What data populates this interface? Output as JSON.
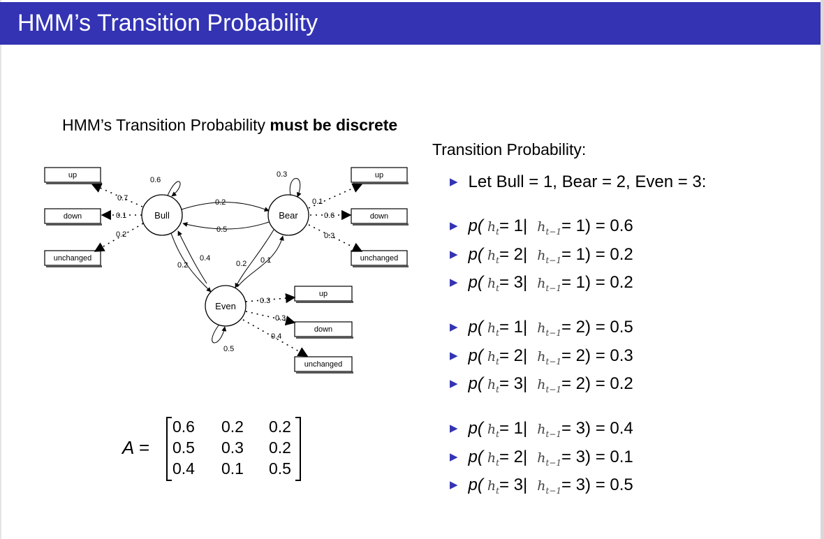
{
  "slide": {
    "title": "HMM’s Transition Probability",
    "intro_prefix": "HMM’s Transition Probability ",
    "intro_bold": "must be discrete",
    "rhs_heading": "Transition Probability:",
    "bullets": {
      "let": "Let Bull = 1, Bear = 2, Even = 3:",
      "items": [
        {
          "open": "p(",
          "lhs": "h",
          "lsub": "t",
          "eq1": " = 1|",
          "rhs": "h",
          "rsub": "t−1",
          "eq2": " = 1) = 0.6"
        },
        {
          "open": "p(",
          "lhs": "h",
          "lsub": "t",
          "eq1": " = 2|",
          "rhs": "h",
          "rsub": "t−1",
          "eq2": " = 1) = 0.2"
        },
        {
          "open": "p(",
          "lhs": "h",
          "lsub": "t",
          "eq1": " = 3|",
          "rhs": "h",
          "rsub": "t−1",
          "eq2": " = 1) = 0.2"
        },
        {
          "open": "p(",
          "lhs": "h",
          "lsub": "t",
          "eq1": " = 1|",
          "rhs": "h",
          "rsub": "t−1",
          "eq2": " = 2) = 0.5"
        },
        {
          "open": "p(",
          "lhs": "h",
          "lsub": "t",
          "eq1": " = 2|",
          "rhs": "h",
          "rsub": "t−1",
          "eq2": " = 2) = 0.3"
        },
        {
          "open": "p(",
          "lhs": "h",
          "lsub": "t",
          "eq1": " = 3|",
          "rhs": "h",
          "rsub": "t−1",
          "eq2": " = 2) = 0.2"
        },
        {
          "open": "p(",
          "lhs": "h",
          "lsub": "t",
          "eq1": " = 1|",
          "rhs": "h",
          "rsub": "t−1",
          "eq2": " = 3) = 0.4"
        },
        {
          "open": "p(",
          "lhs": "h",
          "lsub": "t",
          "eq1": " = 2|",
          "rhs": "h",
          "rsub": "t−1",
          "eq2": " = 3) = 0.1"
        },
        {
          "open": "p(",
          "lhs": "h",
          "lsub": "t",
          "eq1": " = 3|",
          "rhs": "h",
          "rsub": "t−1",
          "eq2": " = 3) = 0.5"
        }
      ]
    },
    "matrix": {
      "label": "A =",
      "rows": [
        [
          "0.6",
          "0.2",
          "0.2"
        ],
        [
          "0.5",
          "0.3",
          "0.2"
        ],
        [
          "0.4",
          "0.1",
          "0.5"
        ]
      ]
    },
    "diagram": {
      "states": [
        "Bull",
        "Bear",
        "Even"
      ],
      "observations": [
        "up",
        "down",
        "unchanged"
      ],
      "transition_labels": {
        "bull_self": "0.6",
        "bear_self": "0.3",
        "even_self": "0.5",
        "bull_to_bear": "0.2",
        "bear_to_bull": "0.5",
        "bull_to_even": "0.2",
        "even_to_bull": "0.4",
        "bear_to_even": "0.2",
        "even_to_bear": "0.1"
      },
      "emission_labels": {
        "bull_up": "0.7",
        "bull_down": "0.1",
        "bull_unchanged": "0.2",
        "bear_up": "0.1",
        "bear_down": "0.6",
        "bear_unchanged": "0.3",
        "even_up": "0.3",
        "even_down": "0.3",
        "even_unchanged": "0.4"
      }
    }
  }
}
